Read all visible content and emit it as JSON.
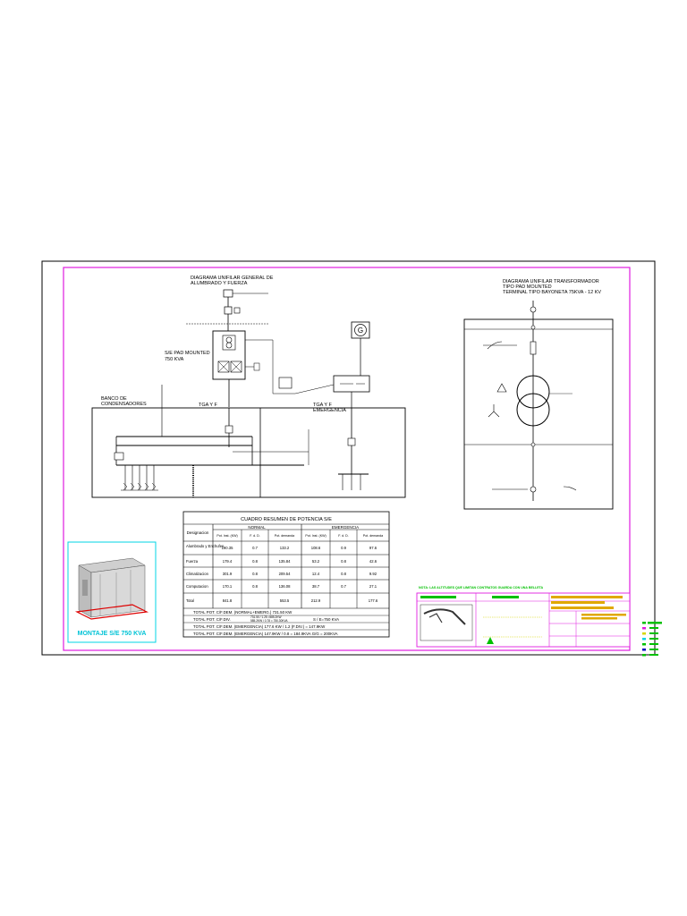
{
  "left_diagram": {
    "title_line1": "DIAGRAMA UNIFILAR GENERAL DE",
    "title_line2": "ALUMBRADO Y FUERZA",
    "se_label_line1": "S/E PAD MOUNTED",
    "se_label_line2": "750 KVA",
    "banco_line1": "BANCO DE",
    "banco_line2": "CONDENSADORES",
    "tga_label": "TGA Y F",
    "tga_emerg_line1": "TGA Y F",
    "tga_emerg_line2": "EMERGENCIA",
    "generator_symbol": "G"
  },
  "right_diagram": {
    "title_line1": "DIAGRAMA UNIFILAR TRANSFORMADOR",
    "title_line2": "TIPO PAD MOUNTED",
    "title_line3": "TERMINAL TIPO BAYONETA 75KVA - 12 KV"
  },
  "summary_table": {
    "title": "CUADRO RESUMEN DE POTENCIA S/E",
    "col_designacion": "Designacion",
    "group_normal": "NORMAL",
    "group_emergencia": "EMERGENCIA",
    "sub_headers": [
      "Pot. Inst. (KW)",
      "F. d. D.",
      "Pot. demanda",
      "Pot. Inst. (KW)",
      "F. d. D.",
      "Pot. demanda"
    ],
    "rows": [
      {
        "name": "Alumbrado y Enchufes",
        "values": [
          "190.35",
          "0.7",
          "133.2",
          "108.6",
          "0.9",
          "97.6"
        ]
      },
      {
        "name": "Fuerza",
        "values": [
          "179.4",
          "0.8",
          "135.84",
          "53.2",
          "0.8",
          "42.6"
        ]
      },
      {
        "name": "Climatizacion",
        "values": [
          "301.9",
          "0.8",
          "209.54",
          "12.4",
          "0.8",
          "9.92"
        ]
      },
      {
        "name": "Computacion",
        "values": [
          "170.1",
          "0.8",
          "136.08",
          "38.7",
          "0.7",
          "27.1"
        ]
      },
      {
        "name": "Total",
        "values": [
          "841.8",
          "",
          "553.5",
          "212.9",
          "",
          "177.6"
        ]
      }
    ],
    "totals": [
      "TOTAL POT. C/F.DEM. (NORMAL+EMERG.)      731.50 KW",
      "TOTAL POT. C/F.DIV.",
      "TOTAL POT. C/F.DEM. (EMERGENCIA)       177.6 KW / 1.2 (F.DIV.) = 147.9KW",
      "TOTAL POT. C/F.DEM. (EMERGENCIA)       147.9KW / 0.8 = 184.9KVA        G/G = 200KVA"
    ],
    "div_note_line1": "731.50 / 1.25 =585.2KW",
    "div_note_line2": "585.2KW / 0.78 = 750.30KVA",
    "div_result": "S / E=750 KVA"
  },
  "montaje": {
    "label": "MONTAJE S/E 750 KVA"
  },
  "title_block": {
    "note": "NOTA: LAS ALTITUDES QUE LIMITAN CONTRATOS GUARDA CON UNA BELLETA"
  },
  "colors": {
    "border_magenta": "#e01be0",
    "cyan": "#00d4e6",
    "green": "#00c000",
    "yellow": "#d6d600",
    "line": "#000000"
  }
}
